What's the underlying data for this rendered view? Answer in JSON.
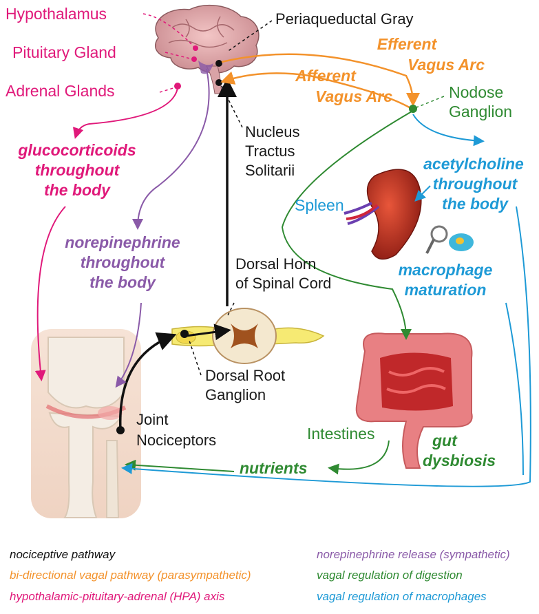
{
  "labels": {
    "hypothalamus": "Hypothalamus",
    "pituitary": "Pituitary Gland",
    "adrenal": "Adrenal Glands",
    "pag": "Periaqueductal Gray",
    "efferent_1": "Efferent",
    "efferent_2": "Vagus Arc",
    "afferent_1": "Afferent",
    "afferent_2": "Vagus Arc",
    "nodose_1": "Nodose",
    "nodose_2": "Ganglion",
    "nts_1": "Nucleus",
    "nts_2": "Tractus",
    "nts_3": "Solitarii",
    "gluco_1": "glucocorticoids",
    "gluco_2": "throughout",
    "gluco_3": "the body",
    "ach_1": "acetylcholine",
    "ach_2": "throughout",
    "ach_3": "the body",
    "spleen": "Spleen",
    "norepi_1": "norepinephrine",
    "norepi_2": "throughout",
    "norepi_3": "the body",
    "macro_1": "macrophage",
    "macro_2": "maturation",
    "dorsal_horn_1": "Dorsal Horn",
    "dorsal_horn_2": "of Spinal Cord",
    "drg_1": "Dorsal Root",
    "drg_2": "Ganglion",
    "joint_1": "Joint",
    "joint_2": "Nociceptors",
    "intestines": "Intestines",
    "gut_1": "gut",
    "gut_2": "dysbiosis",
    "nutrients": "nutrients"
  },
  "legend": {
    "nociceptive": "nociceptive pathway",
    "vagal_bi": "bi-directional vagal pathway (parasympathetic)",
    "hpa": "hypothalamic-pituitary-adrenal (HPA) axis",
    "norepi_release": "norepinephrine release (sympathetic)",
    "digestion": "vagal regulation of digestion",
    "macrophages": "vagal regulation of macrophages"
  },
  "colors": {
    "nociceptive": "#111111",
    "vagal": "#f3922b",
    "hpa": "#e0197a",
    "sympathetic": "#8a5aa8",
    "digestion": "#2f8a32",
    "macrophage": "#1e9ad6"
  }
}
